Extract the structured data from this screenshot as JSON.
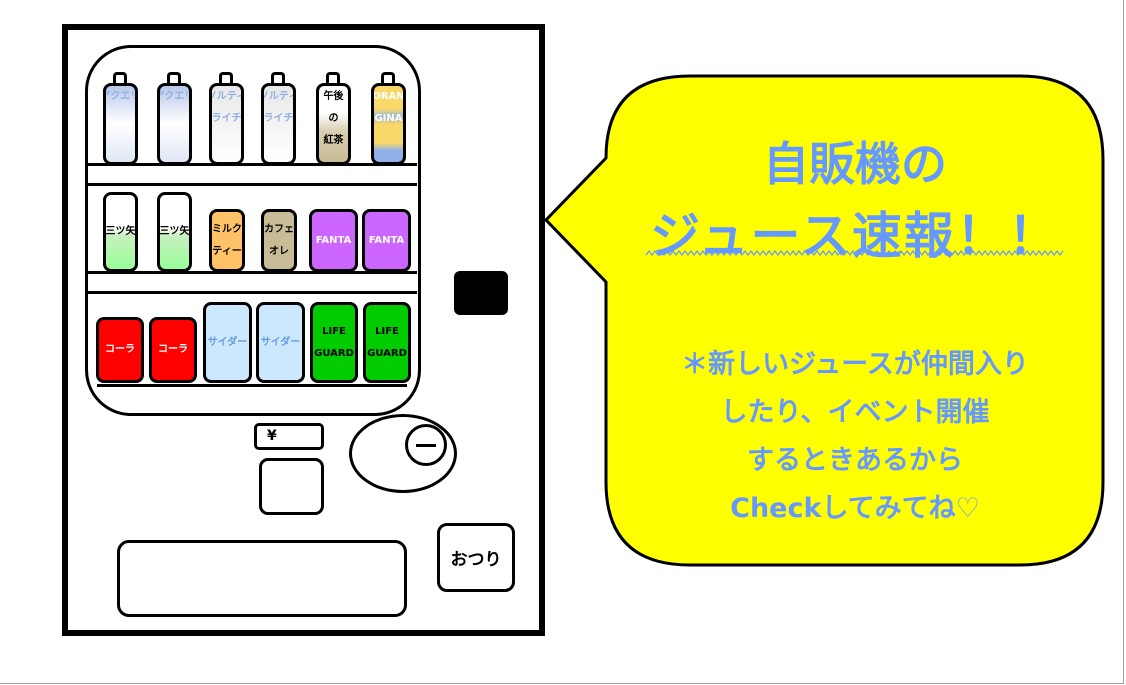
{
  "machine": {
    "row1": [
      {
        "lines": [
          "アクエリ"
        ],
        "bg": "linear-gradient(#b8c8ea,#fff 50%,#dfe6f5)",
        "color": "#8fb0e8"
      },
      {
        "lines": [
          "アクエリ"
        ],
        "bg": "linear-gradient(#b8c8ea,#fff 50%,#dfe6f5)",
        "color": "#8fb0e8"
      },
      {
        "lines": [
          "ソルティ",
          "ライチ"
        ],
        "bg": "linear-gradient(#e8e8e8,#fff)",
        "color": "#8fb0e8"
      },
      {
        "lines": [
          "ソルティ",
          "ライチ"
        ],
        "bg": "linear-gradient(#e8e8e8,#fff)",
        "color": "#8fb0e8"
      },
      {
        "lines": [
          "午後",
          "の",
          "紅茶"
        ],
        "bg": "linear-gradient(#fff 35%,#d8cfb0 60%,#c9bb95)",
        "color": "#000"
      },
      {
        "lines": [
          "ORAN",
          "GINA"
        ],
        "bg": "linear-gradient(#f7d868 30%,#9ab6d8 40%,#f7d868 50%,#f7d868 75%,#8fb0e8 85%)",
        "color": "#fff"
      }
    ],
    "row2": [
      {
        "lines": [
          "三ツ矢"
        ],
        "bg": "linear-gradient(#fff 45%,#c8f0c0 55%,#99ff99)",
        "color": "#000"
      },
      {
        "lines": [
          "三ツ矢"
        ],
        "bg": "linear-gradient(#fff 45%,#c8f0c0 55%,#99ff99)",
        "color": "#000"
      },
      {
        "lines": [
          "ミルク",
          "ティー"
        ],
        "bg": "#ffc266",
        "color": "#000"
      },
      {
        "lines": [
          "カフェ",
          "オレ"
        ],
        "bg": "#c8bc96",
        "color": "#000"
      },
      {
        "lines": [
          "FANTA"
        ],
        "bg": "#cc66ff",
        "color": "#fff"
      },
      {
        "lines": [
          "FANTA"
        ],
        "bg": "#cc66ff",
        "color": "#fff"
      }
    ],
    "row3": [
      {
        "lines": [
          "コーラ"
        ],
        "bg": "#ff0000",
        "color": "#fff"
      },
      {
        "lines": [
          "コーラ"
        ],
        "bg": "#ff0000",
        "color": "#fff"
      },
      {
        "lines": [
          "サイダー"
        ],
        "bg": "#cce8ff",
        "color": "#6699dd"
      },
      {
        "lines": [
          "サイダー"
        ],
        "bg": "#cce8ff",
        "color": "#6699dd"
      },
      {
        "lines": [
          "LIFE",
          "GUARD"
        ],
        "bg": "#00cc00",
        "color": "#000"
      },
      {
        "lines": [
          "LIFE",
          "GUARD"
        ],
        "bg": "#00cc00",
        "color": "#000"
      }
    ],
    "coin_label": "¥",
    "change_label": "おつり"
  },
  "bubble": {
    "title_line1": "自販機の",
    "title_line2": "ジュース速報！！",
    "body": [
      "＊新しいジュースが仲間入り",
      "したり、イベント開催",
      "するときあるから",
      "Checkしてみてね♡"
    ],
    "fill": "#ffff00",
    "text_color": "#6699ff"
  }
}
